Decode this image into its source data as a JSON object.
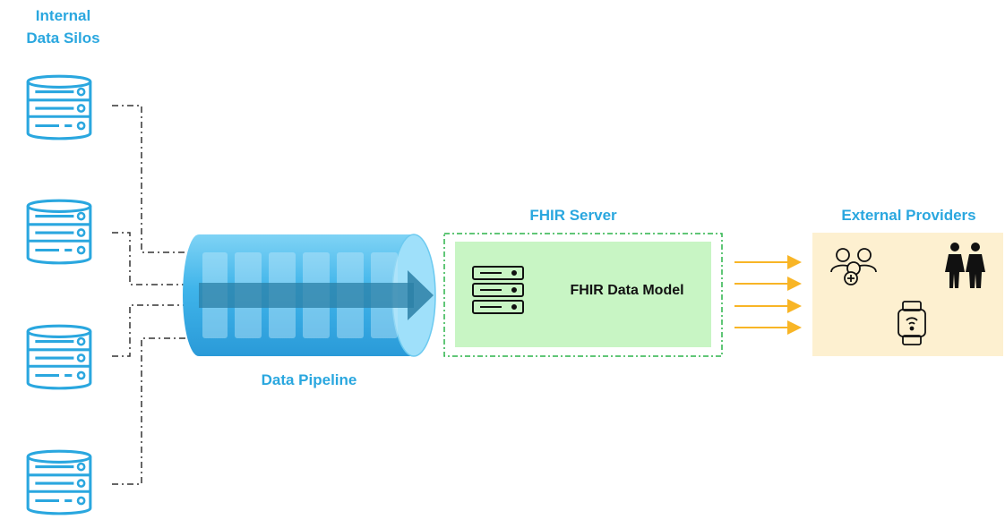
{
  "silos": {
    "title_line1": "Internal",
    "title_line2": "Data Silos",
    "items": [
      "database-1",
      "database-2",
      "database-3",
      "database-4"
    ]
  },
  "pipeline": {
    "label": "Data Pipeline"
  },
  "server": {
    "label": "FHIR Server",
    "model_label": "FHIR Data Model"
  },
  "providers": {
    "label": "External Providers",
    "icons": [
      "patient-group-icon",
      "couple-icon",
      "smartwatch-icon"
    ]
  },
  "colors": {
    "accent": "#2aa7df",
    "db_stroke": "#2aa7df",
    "connector": "#333333",
    "server_fill": "#c8f5c4",
    "server_border": "#2bb34a",
    "arrow": "#f8b526",
    "providers_fill": "#fdf0d0"
  }
}
